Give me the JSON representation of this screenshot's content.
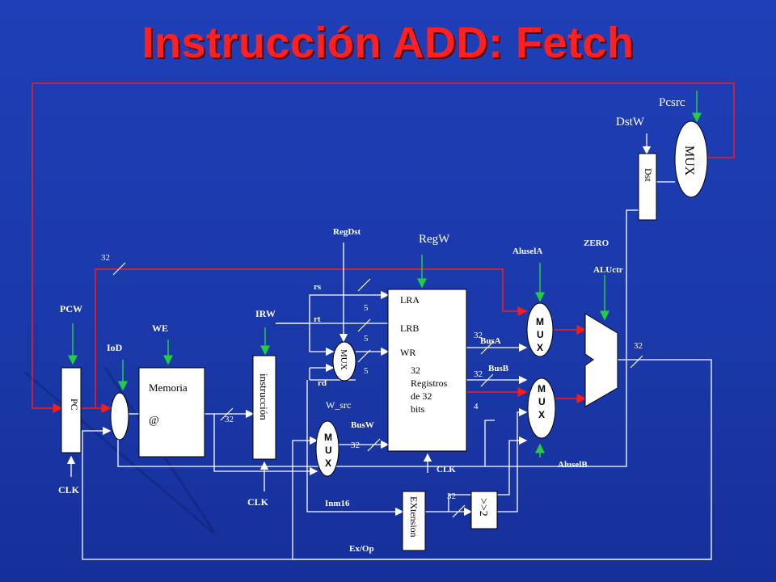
{
  "title": "Instrucción ADD: Fetch",
  "colors": {
    "wire_red": "#ff1a1a",
    "wire_white": "#ffffff",
    "control_green": "#22cc44",
    "block_fill": "#ffffff",
    "title": "#ff2020"
  },
  "blocks": {
    "pc": "PC",
    "memory": "Memoria",
    "memory_addr": "@",
    "ir": "instrucción",
    "mux_rd": "MUX",
    "regfile": {
      "lra": "LRA",
      "lrb": "LRB",
      "wr": "WR",
      "size": "32",
      "name1": "Registros",
      "name2": "de 32",
      "name3": "bits"
    },
    "mux_w": "M U X",
    "mux_a": "M U X",
    "mux_b": "M U X",
    "extension": "EXtension",
    "shift": ">>2",
    "dst": "Dst",
    "mux_pc": "MUX"
  },
  "control": {
    "pcw": "PCW",
    "iod": "IoD",
    "we": "WE",
    "irw": "IRW",
    "regdst": "RegDst",
    "regw": "RegW",
    "aluselA": "AluselA",
    "zero": "ZERO",
    "aluctr": "ALUctr",
    "dstw": "DstW",
    "pcsrc": "Pcsrc",
    "aluselB": "AluselB",
    "clk": "CLK",
    "exop": "Ex/Op",
    "wsrc": "W_src"
  },
  "wires": {
    "rs": "rs",
    "rt": "rt",
    "rd": "rd",
    "busw": "BusW",
    "busa": "BusA",
    "busb": "BusB",
    "imm16": "Inm16",
    "w32": "32",
    "w5": "5",
    "w4": "4"
  }
}
